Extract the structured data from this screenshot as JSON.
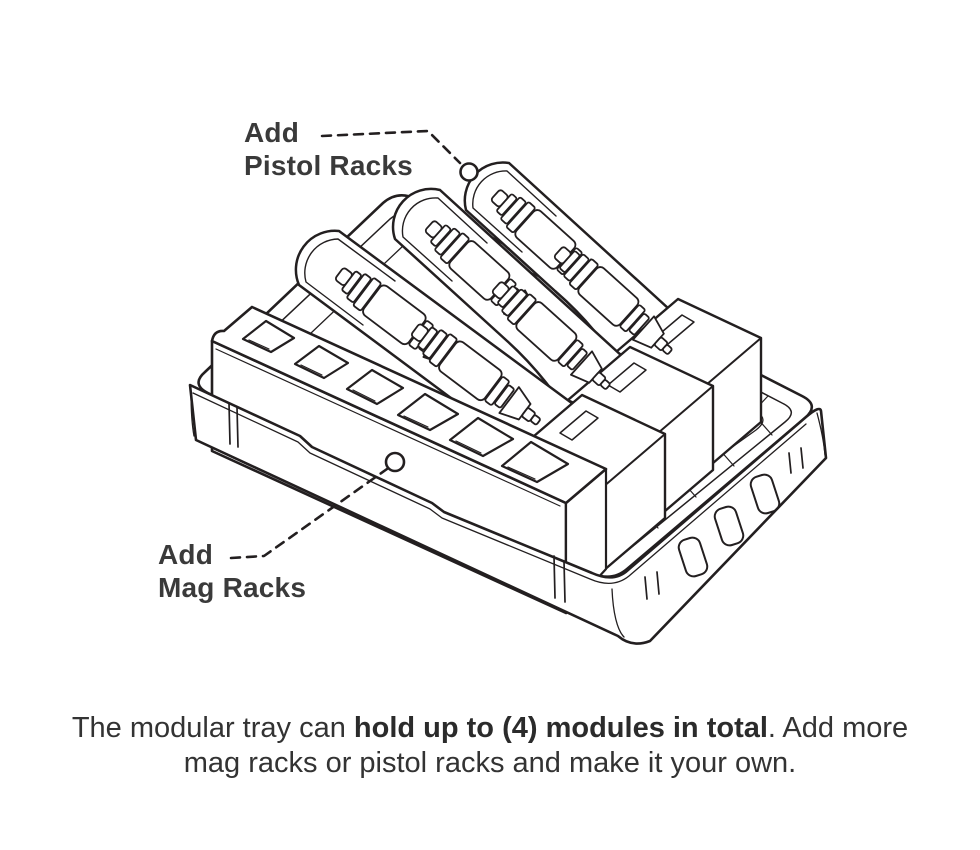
{
  "figure": {
    "colors": {
      "background": "#ffffff",
      "line": "#231f20",
      "text": "#3a3a3a"
    },
    "callouts": {
      "pistol": {
        "line1": "Add",
        "line2": "Pistol Racks"
      },
      "mag": {
        "line1": "Add",
        "line2": "Mag Racks"
      }
    },
    "caption": {
      "line1_pre": "The modular tray can ",
      "line1_bold": "hold up to (4) modules in total",
      "line1_post": ". Add more",
      "line2": "mag racks or pistol racks and make it your own."
    },
    "parts": {
      "tray": "modular tray",
      "mag_rack": "mag rack module (6 slots)",
      "pistol_racks": "3 pistol rack modules",
      "capacity": "4 modules total"
    }
  }
}
